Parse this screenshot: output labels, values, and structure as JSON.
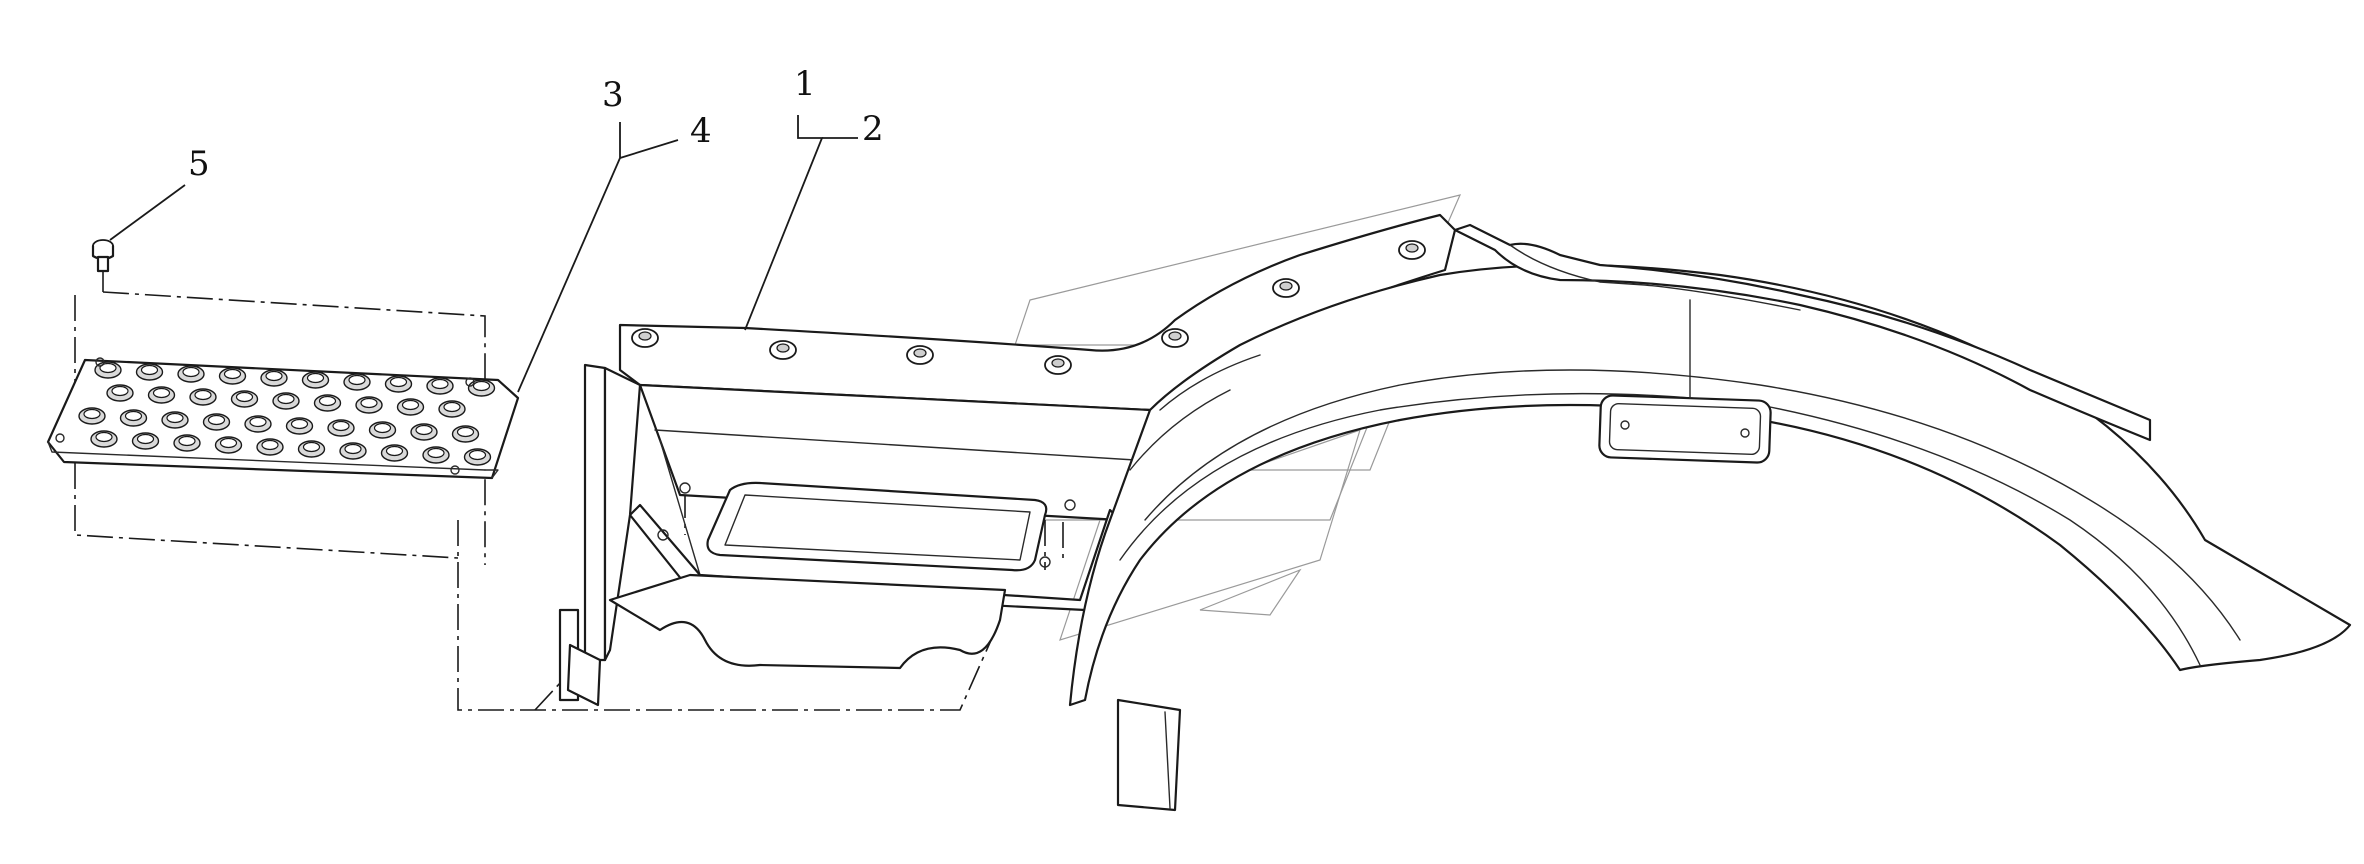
{
  "callouts": [
    {
      "id": "1",
      "label": "1"
    },
    {
      "id": "2",
      "label": "2"
    },
    {
      "id": "3",
      "label": "3"
    },
    {
      "id": "4",
      "label": "4"
    },
    {
      "id": "5",
      "label": "5"
    }
  ],
  "colors": {
    "line": "#1a1a1a",
    "background": "#ffffff",
    "watermark": "#9a9a9a",
    "shade": "#d9d9d9"
  }
}
